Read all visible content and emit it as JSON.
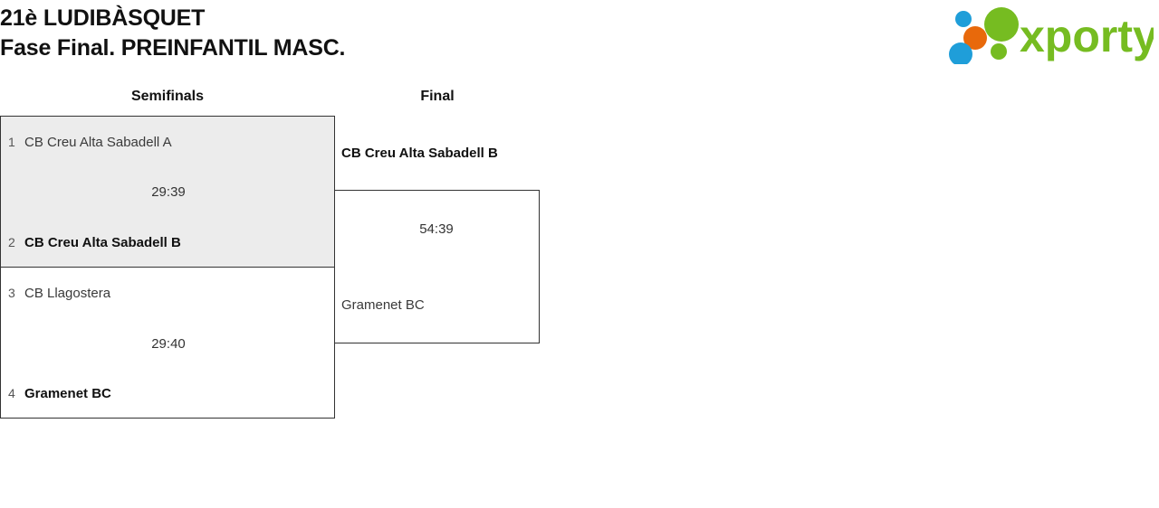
{
  "header": {
    "title_line1": "21è LUDIBÀSQUET",
    "title_line2": "Fase Final. PREINFANTIL MASC.",
    "logo_text": "xporty"
  },
  "brand": {
    "green": "#76bc21",
    "orange": "#e8690b",
    "blue": "#1f9ed9"
  },
  "rounds": [
    {
      "label": "Semifinals"
    },
    {
      "label": "Final"
    }
  ],
  "bracket": {
    "semifinals": [
      {
        "score": "29:39",
        "top": {
          "seed": "1",
          "team": "CB Creu Alta Sabadell A",
          "winner": false
        },
        "bottom": {
          "seed": "2",
          "team": "CB Creu Alta Sabadell B",
          "winner": true
        }
      },
      {
        "score": "29:40",
        "top": {
          "seed": "3",
          "team": "CB Llagostera",
          "winner": false
        },
        "bottom": {
          "seed": "4",
          "team": "Gramenet BC",
          "winner": true
        }
      }
    ],
    "final": {
      "score": "54:39",
      "top": {
        "team": "CB Creu Alta Sabadell B",
        "winner": true
      },
      "bottom": {
        "team": "Gramenet BC",
        "winner": false
      }
    }
  }
}
